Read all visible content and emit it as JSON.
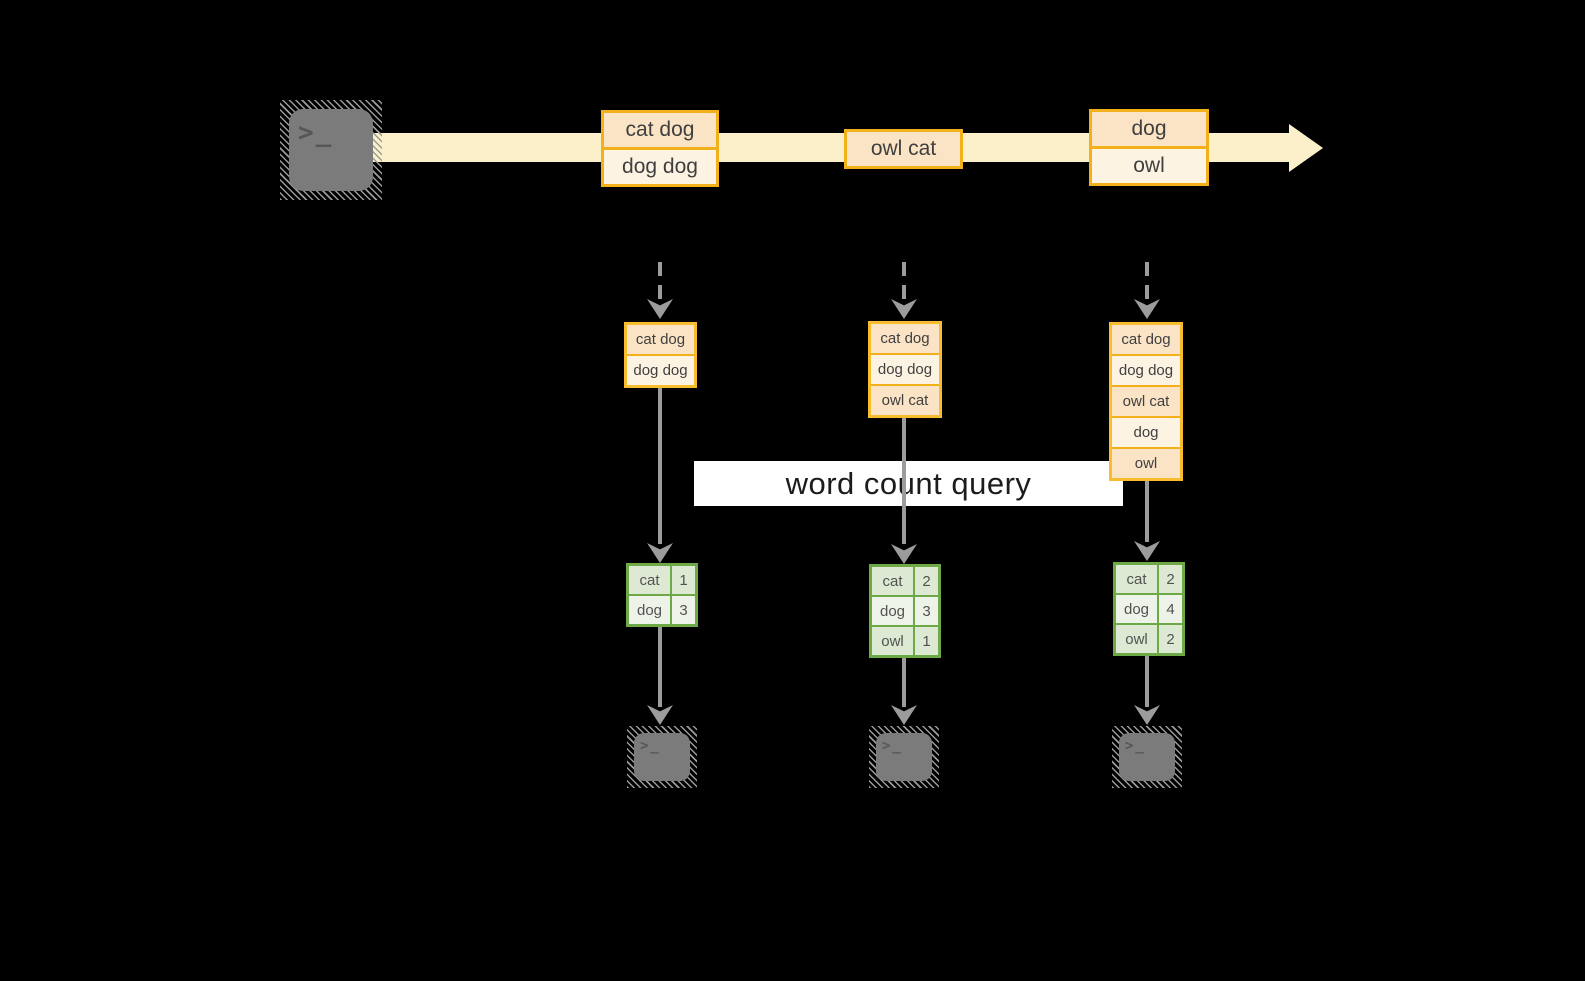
{
  "query": {
    "label": "word count query"
  },
  "stream": {
    "events": [
      {
        "cells": [
          "cat dog",
          "dog dog"
        ]
      },
      {
        "cells": [
          "owl cat"
        ]
      },
      {
        "cells": [
          "dog",
          "owl"
        ]
      }
    ]
  },
  "pipelines": [
    {
      "state": [
        "cat dog",
        "dog dog"
      ],
      "counts": [
        {
          "word": "cat",
          "count": "1"
        },
        {
          "word": "dog",
          "count": "3"
        }
      ]
    },
    {
      "state": [
        "cat dog",
        "dog dog",
        "owl cat"
      ],
      "counts": [
        {
          "word": "cat",
          "count": "2"
        },
        {
          "word": "dog",
          "count": "3"
        },
        {
          "word": "owl",
          "count": "1"
        }
      ]
    },
    {
      "state": [
        "cat dog",
        "dog dog",
        "owl cat",
        "dog",
        "owl"
      ],
      "counts": [
        {
          "word": "cat",
          "count": "2"
        },
        {
          "word": "dog",
          "count": "4"
        },
        {
          "word": "owl",
          "count": "2"
        }
      ]
    }
  ],
  "terminals": {
    "glyph": ">_"
  },
  "colors": {
    "background": "#000000",
    "stream_band": "#fcf0ca",
    "event_border": "#f2b11b",
    "event_fill_dark": "#fbe3c5",
    "event_fill_light": "#fdf3e3",
    "table_border": "#6da946",
    "table_fill_dark": "#dde9d3",
    "table_fill_light": "#eef3e9",
    "arrow_gray": "#9c9c9c",
    "terminal_gray": "#7b7b7b",
    "query_background": "#ffffff"
  }
}
